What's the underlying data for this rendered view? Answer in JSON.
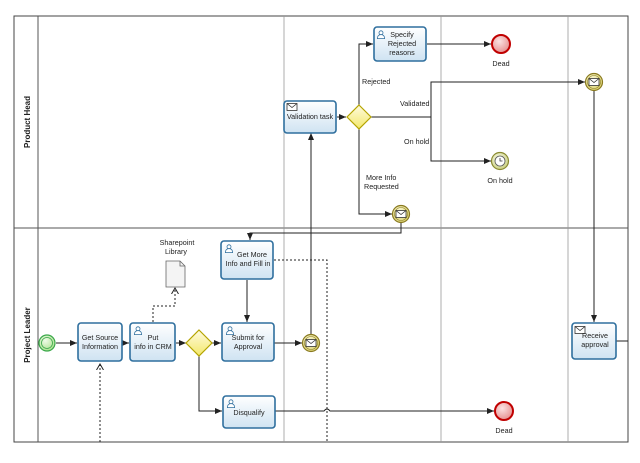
{
  "lanes": {
    "product_head": "Product Head",
    "project_leader": "Project Leader"
  },
  "tasks": {
    "specify_rejected": [
      "Specify",
      "Rejected",
      "reasons"
    ],
    "validation_task": [
      "Validation task"
    ],
    "get_more_info": [
      "Get More",
      "Info and Fill in"
    ],
    "get_source_info": [
      "Get Source",
      "Information"
    ],
    "put_info_crm": [
      "Put",
      "info in CRM"
    ],
    "submit_approval": [
      "Submit for",
      "Approval"
    ],
    "disqualify": [
      "Disqualify"
    ],
    "receive_approval": [
      "Receive",
      "approval"
    ]
  },
  "flow_labels": {
    "rejected": "Rejected",
    "validated": "Validated",
    "on_hold": "On hold",
    "more_info": [
      "More Info",
      "Requested"
    ]
  },
  "events": {
    "dead_top": "Dead",
    "on_hold_event": "On hold",
    "dead_bottom": "Dead"
  },
  "artifact": {
    "sharepoint": [
      "Sharepoint",
      "Library"
    ]
  },
  "colors": {
    "task_border": "#2f6f9e",
    "task_fill_top": "#ffffff",
    "task_fill_bottom": "#cfe3f2",
    "gateway_fill": "#fff6a8",
    "gateway_border": "#b5a400",
    "end_event_fill": "#f3b6b6",
    "end_event_border": "#c00000",
    "start_event_border": "#3aa84a",
    "message_event_fill": "#f2eeb0",
    "message_event_border": "#8a7a20"
  }
}
